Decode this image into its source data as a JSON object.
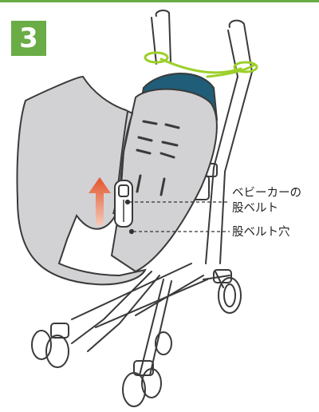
{
  "header": {
    "step_number": "3",
    "accent_color": "#6aac45"
  },
  "colors": {
    "cover_fill": "#d2d2d4",
    "hood_fill": "#1f5d78",
    "line": "#3a3a3a",
    "strap": "#9ccf2a",
    "arrow_top": "#e2532b",
    "arrow_bottom": "#f4c9b8"
  },
  "callouts": {
    "stroller_crotch_belt_line1": "ベビーカーの",
    "stroller_crotch_belt_line2": "股ベルト",
    "crotch_belt_hole": "股ベルト穴"
  },
  "icons": {
    "direction_arrow": "up-arrow-icon"
  }
}
